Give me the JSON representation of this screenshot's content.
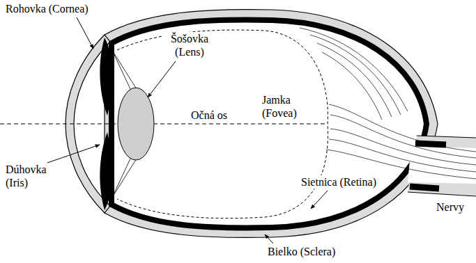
{
  "diagram": {
    "labels": [
      "Rohovka (Cornea)",
      "Šošovka (Lens)",
      "Očná os",
      "Jamka (Fovea)",
      "Dúhovka (Iris)",
      "Sietnica (Retina)",
      "Nervy",
      "Bielko (Sclera)"
    ]
  }
}
